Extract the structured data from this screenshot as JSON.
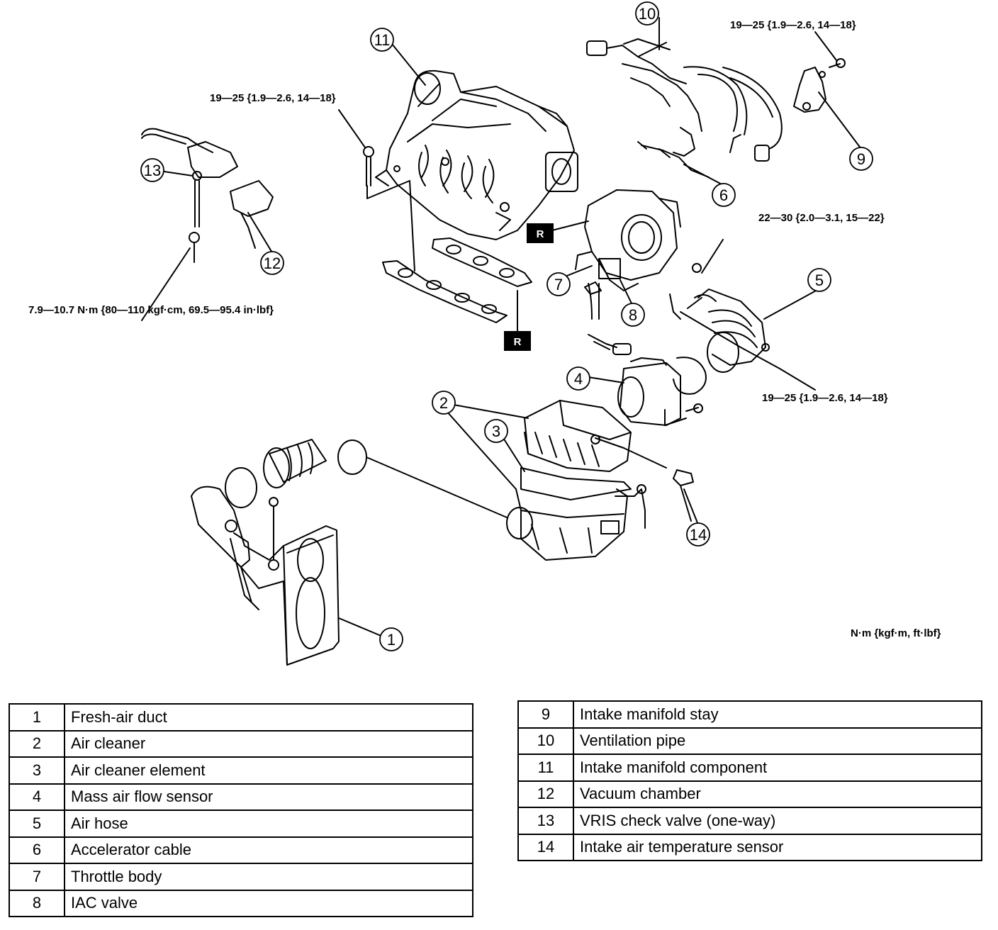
{
  "callouts": [
    "1",
    "2",
    "3",
    "4",
    "5",
    "6",
    "7",
    "8",
    "9",
    "10",
    "11",
    "12",
    "13",
    "14"
  ],
  "torque_specs": {
    "t_top_right": "19—25 {1.9—2.6, 14—18}",
    "t_manifold": "19—25 {1.9—2.6, 14—18}",
    "t_throttle": "22—30 {2.0—3.1, 15—22}",
    "t_airhose": "19—25 {1.9—2.6, 14—18}",
    "t_vacuum": "7.9—10.7 N·m {80—110 kgf·cm, 69.5—95.4 in·lbf}"
  },
  "replace_marker": "R",
  "unit_legend": "N·m {kgf·m, ft·lbf}",
  "parts_left": [
    {
      "num": "1",
      "name": "Fresh-air duct"
    },
    {
      "num": "2",
      "name": "Air cleaner"
    },
    {
      "num": "3",
      "name": "Air cleaner element"
    },
    {
      "num": "4",
      "name": "Mass air flow sensor"
    },
    {
      "num": "5",
      "name": "Air hose"
    },
    {
      "num": "6",
      "name": "Accelerator cable"
    },
    {
      "num": "7",
      "name": "Throttle body"
    },
    {
      "num": "8",
      "name": "IAC valve"
    }
  ],
  "parts_right": [
    {
      "num": "9",
      "name": "Intake manifold stay"
    },
    {
      "num": "10",
      "name": "Ventilation pipe"
    },
    {
      "num": "11",
      "name": "Intake manifold component"
    },
    {
      "num": "12",
      "name": "Vacuum chamber"
    },
    {
      "num": "13",
      "name": "VRIS check valve (one-way)"
    },
    {
      "num": "14",
      "name": "Intake air temperature sensor"
    }
  ]
}
